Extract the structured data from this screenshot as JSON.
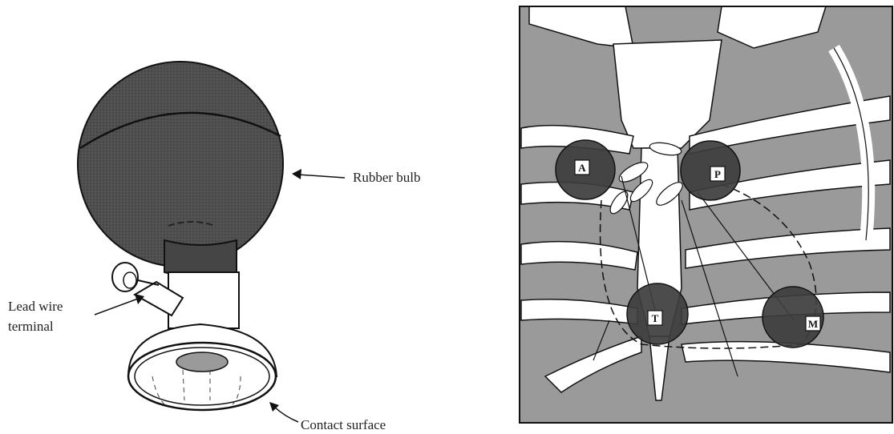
{
  "electrode": {
    "labels": {
      "bulb": "Rubber bulb",
      "lead_line1": "Lead wire",
      "lead_line2": "terminal",
      "contact": "Contact surface"
    }
  },
  "chest": {
    "markers": [
      {
        "letter": "A"
      },
      {
        "letter": "P"
      },
      {
        "letter": "T"
      },
      {
        "letter": "M"
      }
    ]
  },
  "colors": {
    "bulb": "#4a4a4a",
    "chest_shade": "#9a9a9a",
    "marker": "#3d3d3d",
    "line": "#1a1a1a"
  }
}
